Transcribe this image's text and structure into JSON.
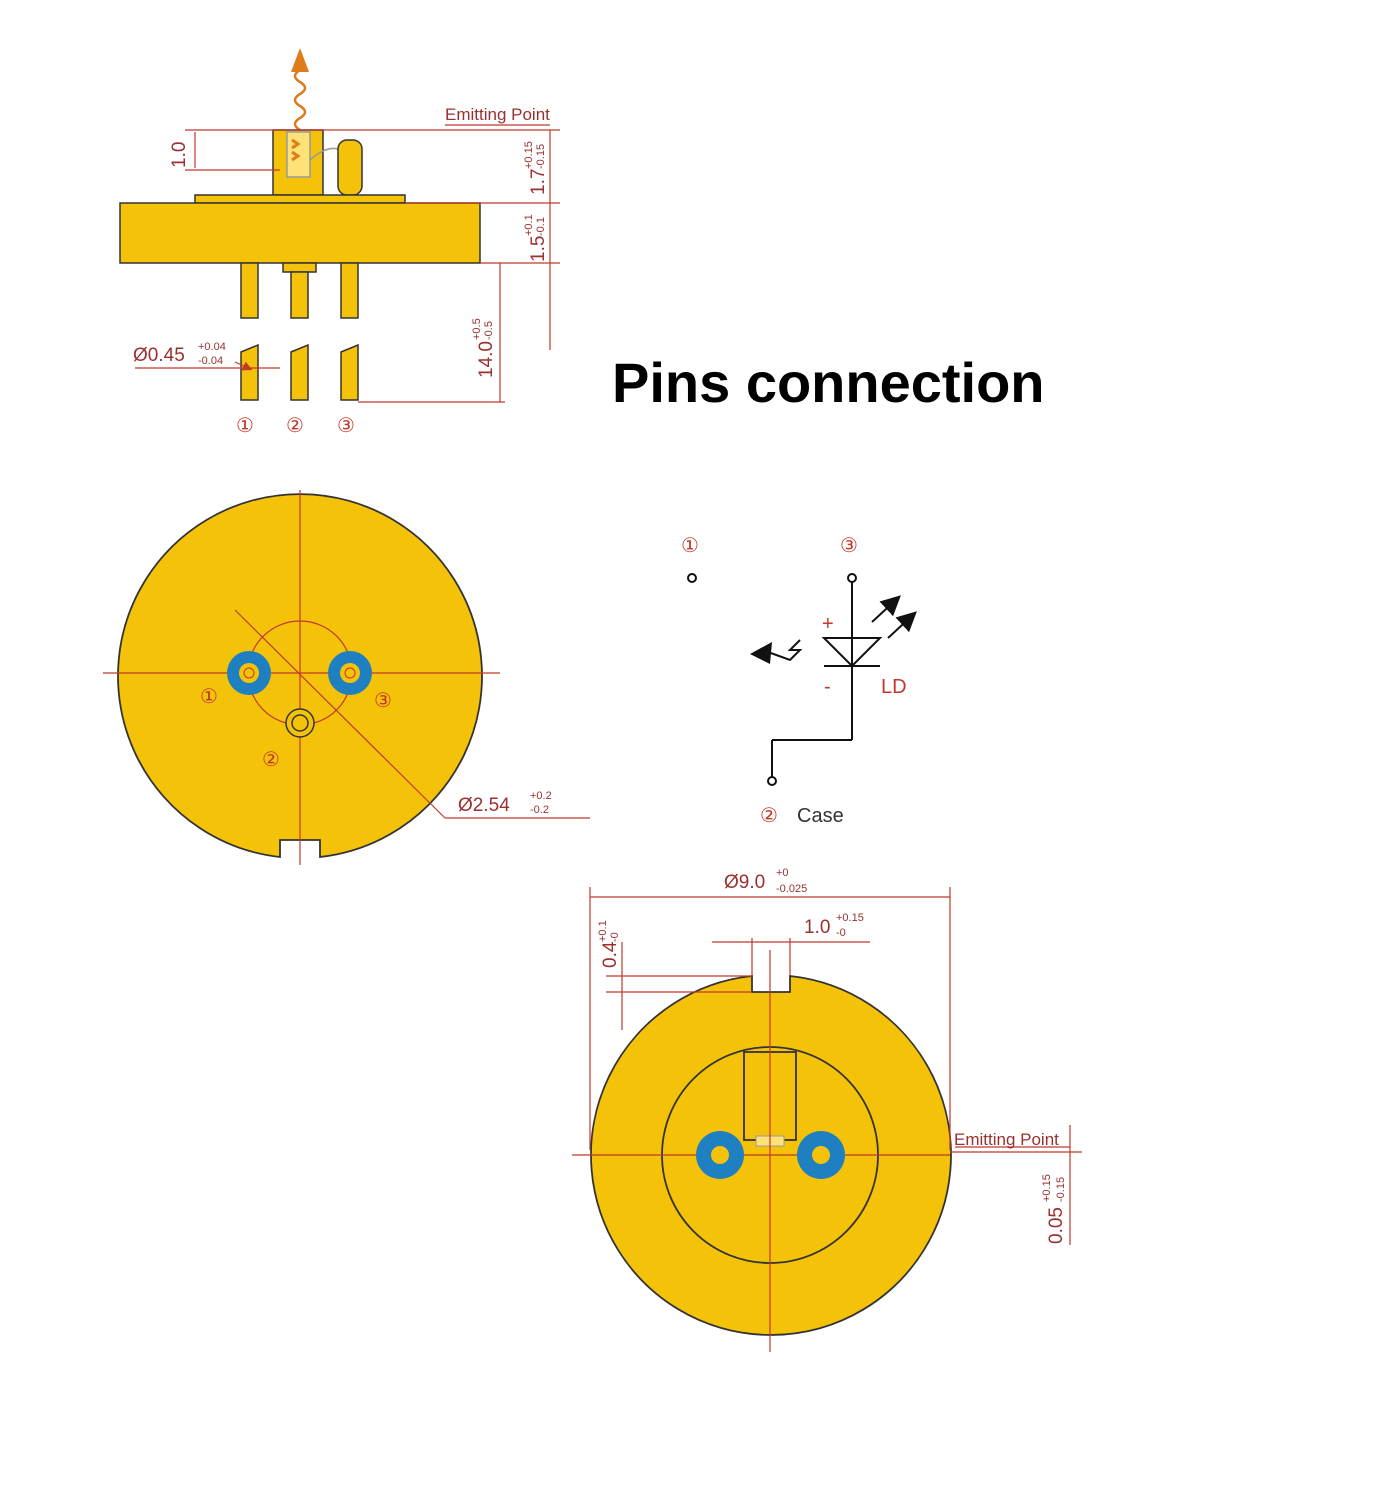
{
  "heading": "Pins connection",
  "colors": {
    "body": "#f5c20a",
    "outline": "#333333",
    "dimension": "#c0392b",
    "pin_ring": "#1e7fc1",
    "arrow": "#e07b1a"
  },
  "side_view": {
    "emitting_point": "Emitting Point",
    "dim_1_0": "1.0",
    "dim_1_7": "1.7",
    "dim_1_7_tol_up": "+0.15",
    "dim_1_7_tol_dn": "-0.15",
    "dim_1_5": "1.5",
    "dim_1_5_tol_up": "+0.1",
    "dim_1_5_tol_dn": "-0.1",
    "dim_14_0": "14.0",
    "dim_14_0_tol_up": "+0.5",
    "dim_14_0_tol_dn": "-0.5",
    "pin_dia": "Ø0.45",
    "pin_dia_tol_up": "+0.04",
    "pin_dia_tol_dn": "-0.04",
    "pins": [
      "①",
      "②",
      "③"
    ]
  },
  "bottom_view": {
    "pins": [
      "①",
      "②",
      "③"
    ],
    "pitch": "Ø2.54",
    "pitch_tol_up": "+0.2",
    "pitch_tol_dn": "-0.2"
  },
  "schematic": {
    "pin1": "①",
    "pin3": "③",
    "pin2": "②",
    "case": "Case",
    "plus": "+",
    "minus": "-",
    "ld": "LD"
  },
  "top_view": {
    "outer_dia": "Ø9.0",
    "outer_dia_tol_up": "+0",
    "outer_dia_tol_dn": "-0.025",
    "notch_width": "1.0",
    "notch_width_tol_up": "+0.15",
    "notch_width_tol_dn": "-0",
    "notch_depth": "0.4",
    "notch_depth_tol_up": "+0.1",
    "notch_depth_tol_dn": "-0",
    "emitting_point": "Emitting Point",
    "offset": "0.05",
    "offset_tol_up": "+0.15",
    "offset_tol_dn": "-0.15"
  }
}
